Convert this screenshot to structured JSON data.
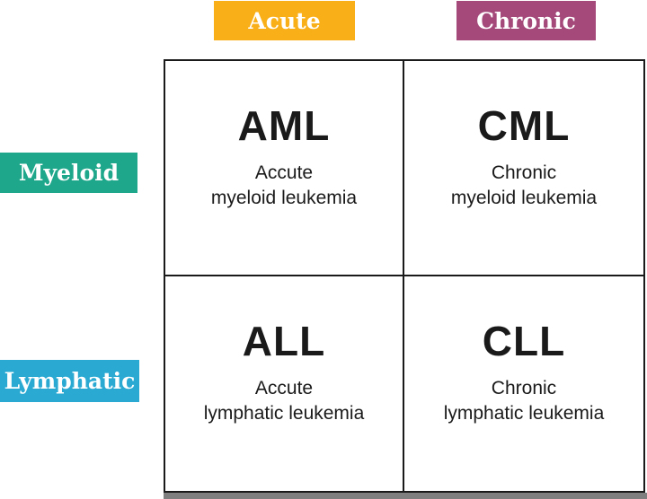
{
  "columns": [
    {
      "label": "Acute",
      "color": "#F9AF18"
    },
    {
      "label": "Chronic",
      "color": "#A4497A"
    }
  ],
  "rows": [
    {
      "label": "Myeloid",
      "color": "#1EA78A"
    },
    {
      "label": "Lymphatic",
      "color": "#2AAAD3"
    }
  ],
  "cells": [
    {
      "abbr": "AML",
      "line1": "Accute",
      "line2": "myeloid leukemia"
    },
    {
      "abbr": "CML",
      "line1": "Chronic",
      "line2": "myeloid leukemia"
    },
    {
      "abbr": "ALL",
      "line1": "Accute",
      "line2": "lymphatic leukemia"
    },
    {
      "abbr": "CLL",
      "line1": "Chronic",
      "line2": "lymphatic leukemia"
    }
  ],
  "colors": {
    "grid_border": "#1a1a1a",
    "cell_text": "#1a1a1a",
    "header_text": "#ffffff",
    "bottom_strip": "#7f7f7f"
  }
}
